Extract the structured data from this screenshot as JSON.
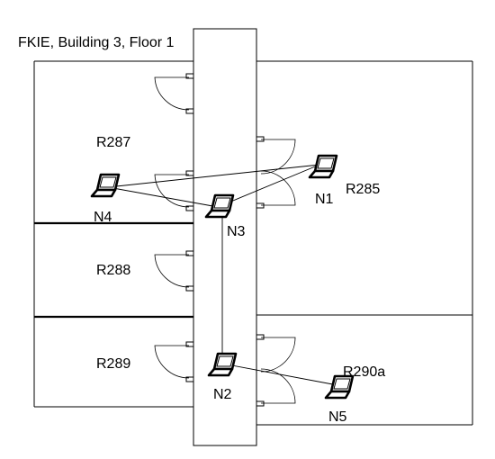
{
  "title": "FKIE, Building 3, Floor 1",
  "rooms": {
    "r287": "R287",
    "r288": "R288",
    "r289": "R289",
    "r285": "R285",
    "r290a": "R290a"
  },
  "nodes": {
    "n1": "N1",
    "n2": "N2",
    "n3": "N3",
    "n4": "N4",
    "n5": "N5"
  },
  "icons": {
    "node_device": "laptop-icon"
  },
  "links": [
    [
      "N4",
      "N1"
    ],
    [
      "N4",
      "N3"
    ],
    [
      "N3",
      "N1"
    ],
    [
      "N3",
      "N2"
    ],
    [
      "N2",
      "N5"
    ]
  ]
}
